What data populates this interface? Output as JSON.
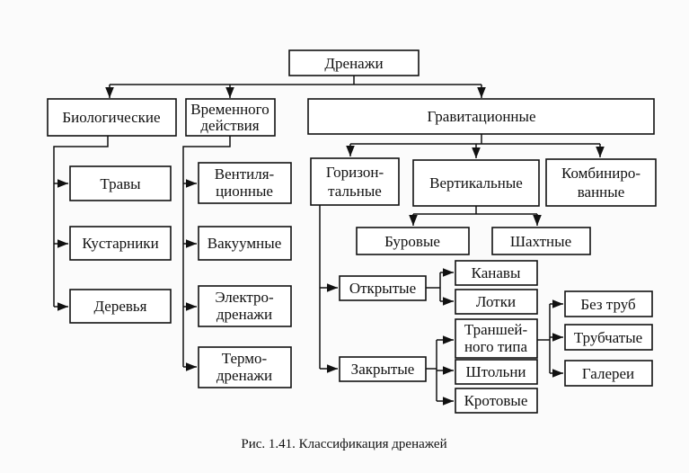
{
  "diagram": {
    "root": "Дренажи",
    "biological": "Биологические",
    "temporary": [
      "Временного",
      "действия"
    ],
    "gravitational": "Гравитационные",
    "biological_items": [
      "Травы",
      "Кустарники",
      "Деревья"
    ],
    "temporary_items": [
      [
        "Вентиля-",
        "ционные"
      ],
      [
        "Вакуумные"
      ],
      [
        "Электро-",
        "дренажи"
      ],
      [
        "Термо-",
        "дренажи"
      ]
    ],
    "horizontal": [
      "Горизон-",
      "тальные"
    ],
    "vertical": "Вертикальные",
    "combined": [
      "Комбиниро-",
      "ванные"
    ],
    "vertical_items": [
      "Буровые",
      "Шахтные"
    ],
    "open": "Открытые",
    "closed": "Закрытые",
    "open_items": [
      "Канавы",
      "Лотки"
    ],
    "closed_items": [
      [
        "Траншей-",
        "ного типа"
      ],
      [
        "Штольни"
      ],
      [
        "Кротовые"
      ]
    ],
    "trench_items": [
      "Без труб",
      "Трубчатые",
      "Галереи"
    ]
  },
  "caption": "Рис. 1.41. Классификация дренажей"
}
